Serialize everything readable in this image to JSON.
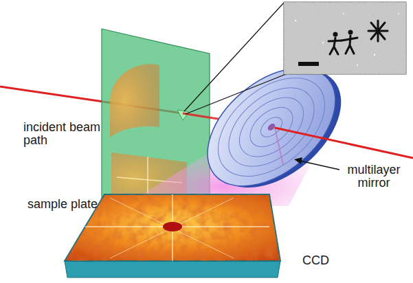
{
  "diagram": {
    "labels": [
      "incident beam path",
      "sample plate",
      "multilayer mirror",
      "CCD"
    ]
  }
}
